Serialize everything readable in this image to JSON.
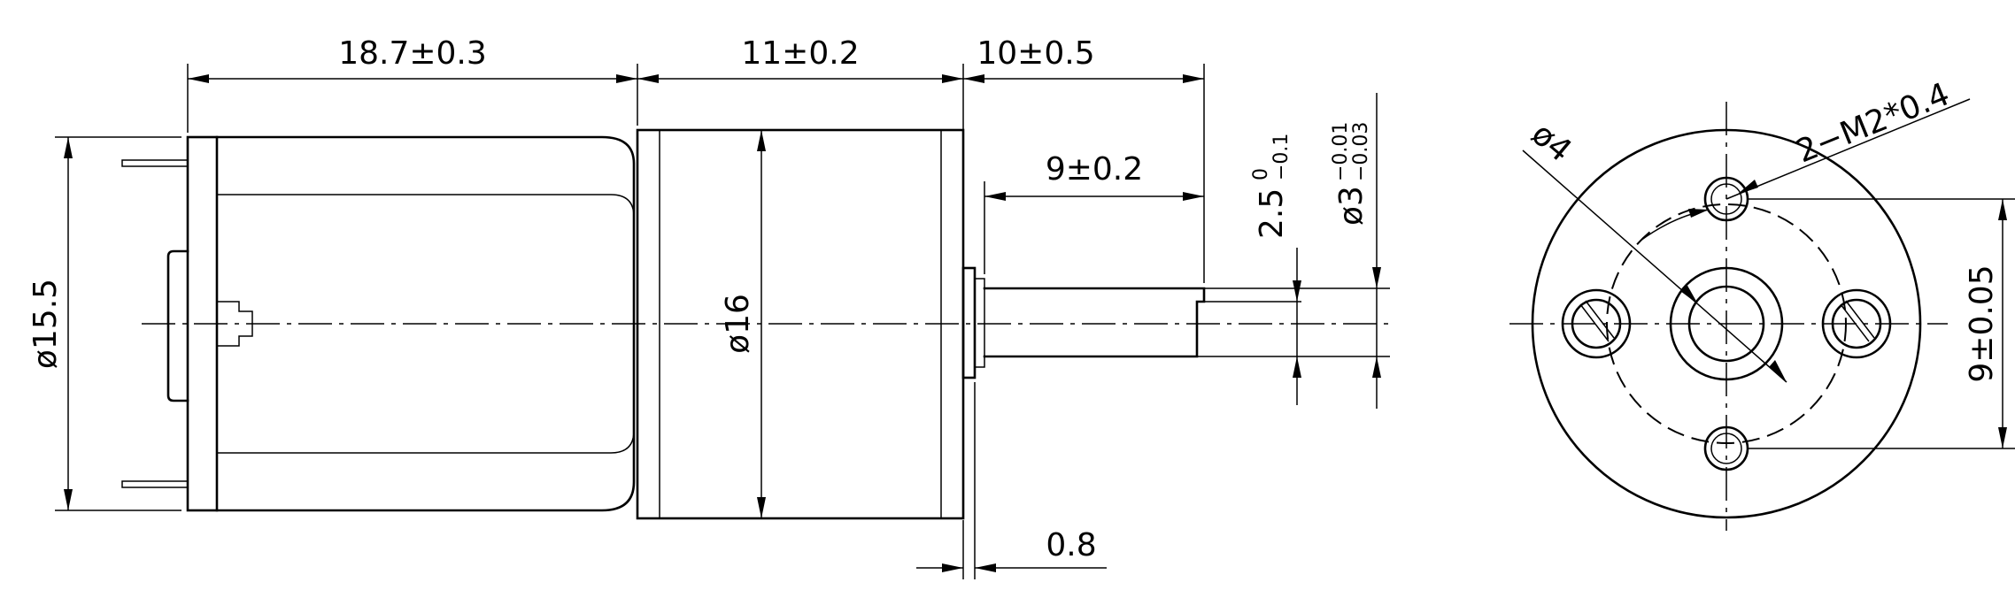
{
  "dimensions": {
    "motor_length": "18.7±0.3",
    "gearbox_length": "11±0.2",
    "shaft_length": "10±0.5",
    "flat_length": "9±0.2",
    "flange_thickness": "0.8",
    "motor_diameter": "ø15.5",
    "gearbox_diameter": "ø16",
    "flat_depth_base": "2.5",
    "flat_depth_upper": "0",
    "flat_depth_lower": "−0.1",
    "shaft_diameter_base": "ø3",
    "shaft_diameter_upper": "−0.01",
    "shaft_diameter_lower": "−0.03",
    "boss_diameter": "ø4",
    "mount_holes": "2−M2*0.4",
    "hole_spacing": "9±0.05"
  }
}
